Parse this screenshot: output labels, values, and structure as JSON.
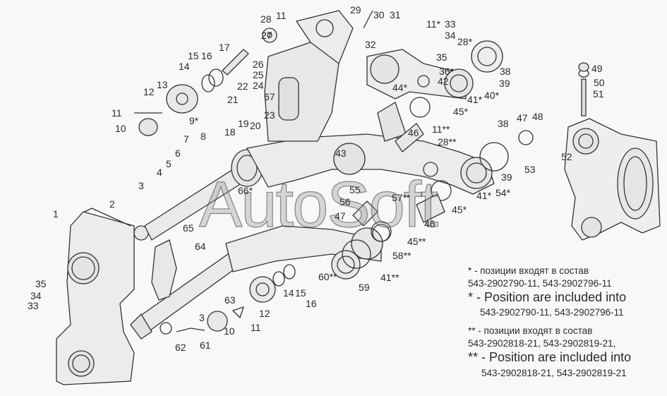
{
  "watermark": "AutoSoft",
  "callouts": [
    "1",
    "2",
    "3",
    "3",
    "4",
    "5",
    "6",
    "7",
    "8",
    "9*",
    "10",
    "10",
    "11",
    "11",
    "11",
    "11*",
    "11**",
    "12",
    "12",
    "13",
    "14",
    "14",
    "15",
    "15",
    "16",
    "16",
    "17",
    "18",
    "19",
    "20",
    "21",
    "22",
    "23",
    "24",
    "25",
    "26",
    "27",
    "28",
    "28*",
    "28**",
    "29",
    "30",
    "31",
    "32",
    "33",
    "33",
    "34",
    "34",
    "35",
    "35",
    "36*",
    "38",
    "38",
    "39",
    "39",
    "40*",
    "41*",
    "41*",
    "41**",
    "42",
    "43",
    "44*",
    "45*",
    "45*",
    "45**",
    "46",
    "46",
    "47",
    "47",
    "48",
    "49",
    "50",
    "51",
    "52",
    "53",
    "54*",
    "55",
    "56",
    "57**",
    "58**",
    "59",
    "60**",
    "61",
    "62",
    "63",
    "64",
    "65",
    "66*",
    "67"
  ],
  "legend": {
    "single_star_ru": "* - позиции входят в состав",
    "single_star_parts_ru": "543-2902790-11, 543-2902796-11",
    "single_star_en": "* - Position are included into",
    "single_star_parts_en": "543-2902790-11,  543-2902796-11",
    "double_star_ru": "** - позиции входят в состав",
    "double_star_parts_ru": "543-2902818-21, 543-2902819-21,",
    "double_star_en": "** - Position are included into",
    "double_star_parts_en": "543-2902818-21, 543-2902819-21"
  }
}
